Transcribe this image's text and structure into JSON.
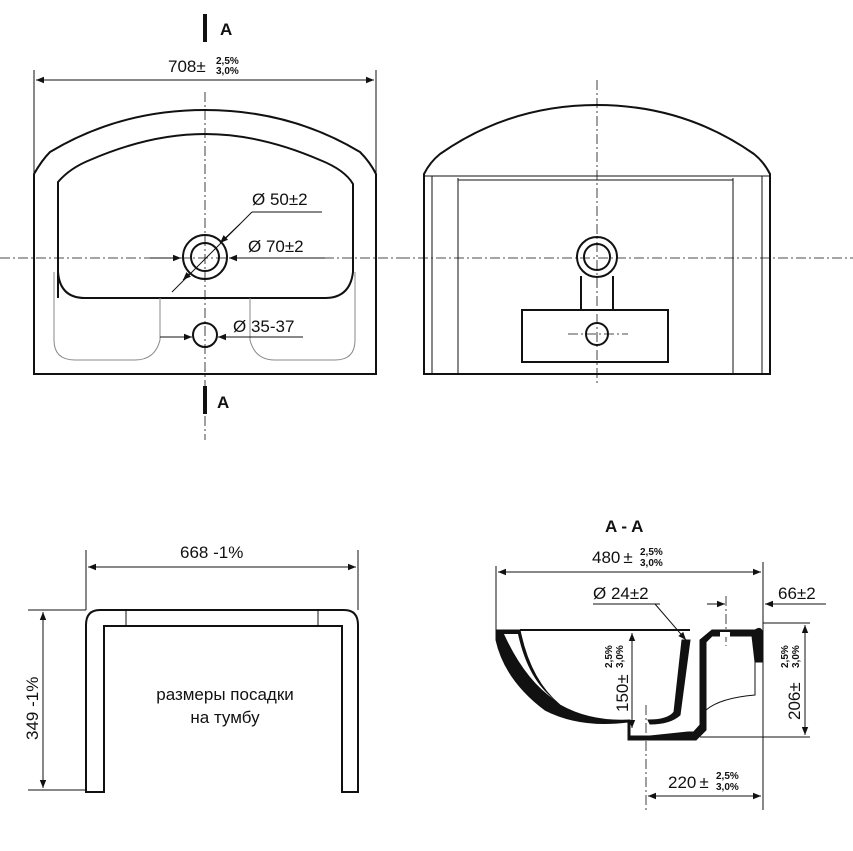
{
  "section_marks": {
    "top": "A",
    "bottom": "A",
    "section_title": "A - A"
  },
  "top_view": {
    "width": {
      "value": "708",
      "pm": "±",
      "tol_upper": "2,5%",
      "tol_lower": "3,0%"
    },
    "hole_inner": "Ø 50±2",
    "hole_outer": "Ø 70±2",
    "overflow": "Ø 35-37"
  },
  "cabinet_view": {
    "width": "668 -1%",
    "depth": "349 -1%",
    "note_line1": "размеры посадки",
    "note_line2": "на тумбу"
  },
  "section_view": {
    "depth": {
      "value": "480",
      "pm": "±",
      "tol_upper": "2,5%",
      "tol_lower": "3,0%"
    },
    "overflow_dia": "Ø 24±2",
    "tap_offset": "66±2",
    "bowl_height": {
      "value": "150",
      "pm": "±",
      "tol_upper": "2,5%",
      "tol_lower": "3,0%"
    },
    "total_height": {
      "value": "206",
      "pm": "±",
      "tol_upper": "2,5%",
      "tol_lower": "3,0%"
    },
    "drain_offset": {
      "value": "220",
      "pm": "±",
      "tol_upper": "2,5%",
      "tol_lower": "3,0%"
    }
  }
}
